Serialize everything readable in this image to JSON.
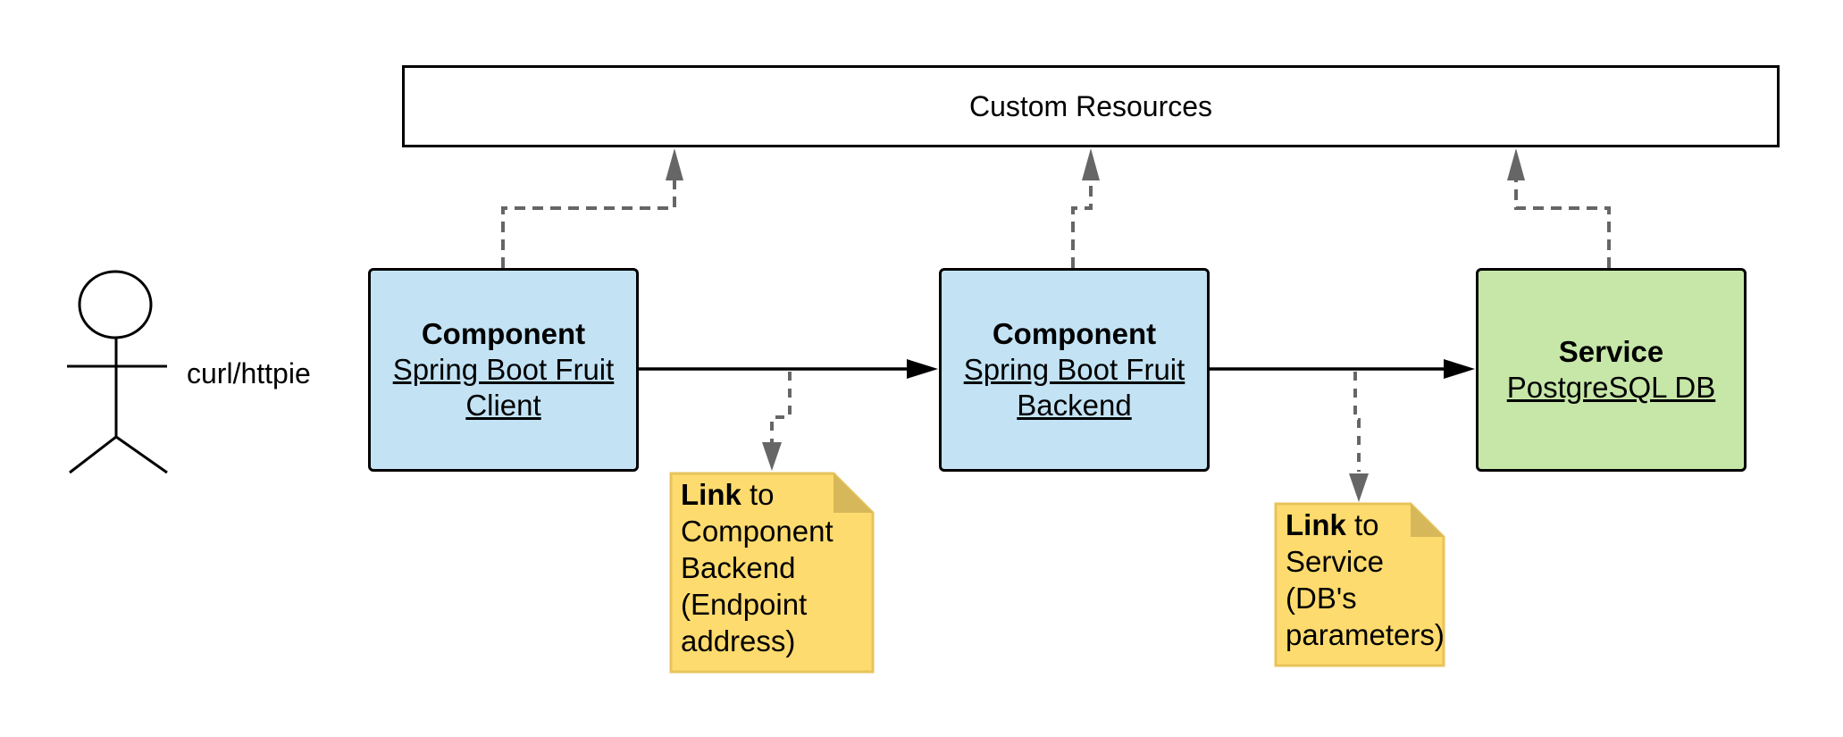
{
  "custom_resources": {
    "label": "Custom Resources"
  },
  "actor": {
    "label": "curl/httpie"
  },
  "nodes": [
    {
      "kind": "Component",
      "name": "Spring Boot Fruit Client",
      "name_line1": "Spring Boot Fruit",
      "name_line2": "Client"
    },
    {
      "kind": "Component",
      "name": "Spring Boot Fruit Backend",
      "name_line1": "Spring Boot Fruit",
      "name_line2": "Backend"
    },
    {
      "kind": "Service",
      "name": "PostgreSQL DB"
    }
  ],
  "notes": [
    {
      "bold": "Link",
      "rest_first": " to",
      "lines": [
        "Component",
        "Backend",
        "(Endpoint",
        "address)"
      ]
    },
    {
      "bold": "Link",
      "rest_first": " to",
      "lines": [
        "Service",
        "(DB's",
        "parameters)"
      ]
    }
  ],
  "colors": {
    "component_fill": "#c3e3f5",
    "service_fill": "#c6e7a8",
    "note_fill": "#fedb6e",
    "dashed_line": "#666666"
  }
}
